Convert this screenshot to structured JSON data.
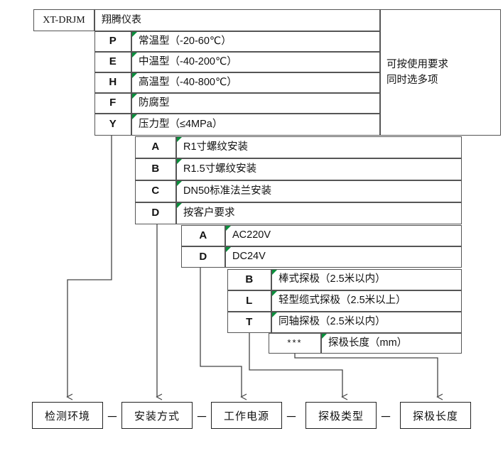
{
  "model": {
    "prefix_code": "XT-DRJM",
    "brand": "翔腾仪表"
  },
  "side_note": {
    "line1": "可按使用要求",
    "line2": "同时选多项"
  },
  "groups": [
    {
      "key": "environment",
      "rows": [
        {
          "code": "P",
          "desc": "常温型（-20-60℃）"
        },
        {
          "code": "E",
          "desc": "中温型（-40-200℃）"
        },
        {
          "code": "H",
          "desc": "高温型（-40-800℃）"
        },
        {
          "code": "F",
          "desc": "防腐型"
        },
        {
          "code": "Y",
          "desc": "压力型（≤4MPa）"
        }
      ]
    },
    {
      "key": "installation",
      "rows": [
        {
          "code": "A",
          "desc": "R1寸螺纹安装"
        },
        {
          "code": "B",
          "desc": "R1.5寸螺纹安装"
        },
        {
          "code": "C",
          "desc": "DN50标准法兰安装"
        },
        {
          "code": "D",
          "desc": "按客户要求"
        }
      ]
    },
    {
      "key": "power",
      "rows": [
        {
          "code": "A",
          "desc": "AC220V"
        },
        {
          "code": "D",
          "desc": "DC24V"
        }
      ]
    },
    {
      "key": "probe_type",
      "rows": [
        {
          "code": "B",
          "desc": "棒式探极（2.5米以内）"
        },
        {
          "code": "L",
          "desc": "轻型缆式探极（2.5米以上）"
        },
        {
          "code": "T",
          "desc": "同轴探极（2.5米以内）"
        }
      ]
    },
    {
      "key": "probe_length",
      "rows": [
        {
          "code": "***",
          "desc": "探极长度（mm）"
        }
      ]
    }
  ],
  "legend": {
    "boxes": [
      {
        "label": "检测环境"
      },
      {
        "label": "安装方式"
      },
      {
        "label": "工作电源"
      },
      {
        "label": "探极类型"
      },
      {
        "label": "探极长度"
      }
    ],
    "separator": "－"
  },
  "colors": {
    "border": "#555555",
    "box_border": "#222222",
    "line": "#444444",
    "comment_marker": "#0a8f3c",
    "background": "#ffffff"
  }
}
